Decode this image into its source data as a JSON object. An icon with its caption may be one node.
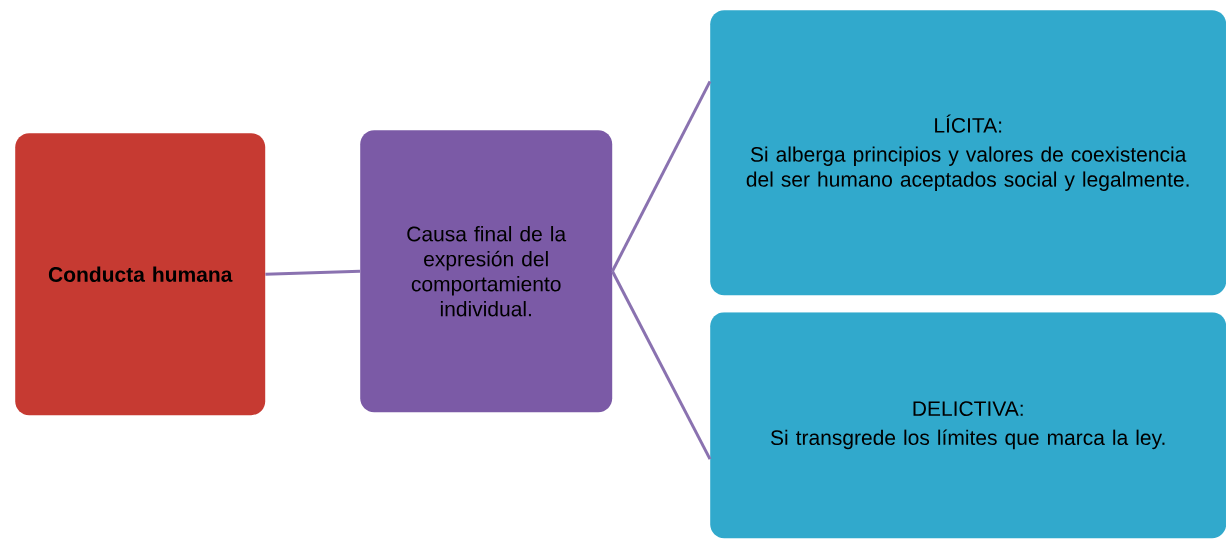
{
  "diagram": {
    "nodes": [
      {
        "text": [
          "Conducta humana"
        ]
      },
      {
        "text": [
          "Causa final de la expresión del comportamiento individual."
        ]
      },
      {
        "text": [
          "LÍCITA:",
          "Si alberga principios y valores de coexistencia del ser humano aceptados social y legalmente."
        ]
      },
      {
        "text": [
          "DELICTIVA:",
          "Si transgrede los límites que marca la ley."
        ]
      }
    ],
    "edges": [
      {
        "from": 0,
        "to": 1,
        "arrow": "none"
      },
      {
        "from": 1,
        "to": 2,
        "arrow": "none"
      },
      {
        "from": 1,
        "to": 3,
        "arrow": "none"
      }
    ]
  }
}
